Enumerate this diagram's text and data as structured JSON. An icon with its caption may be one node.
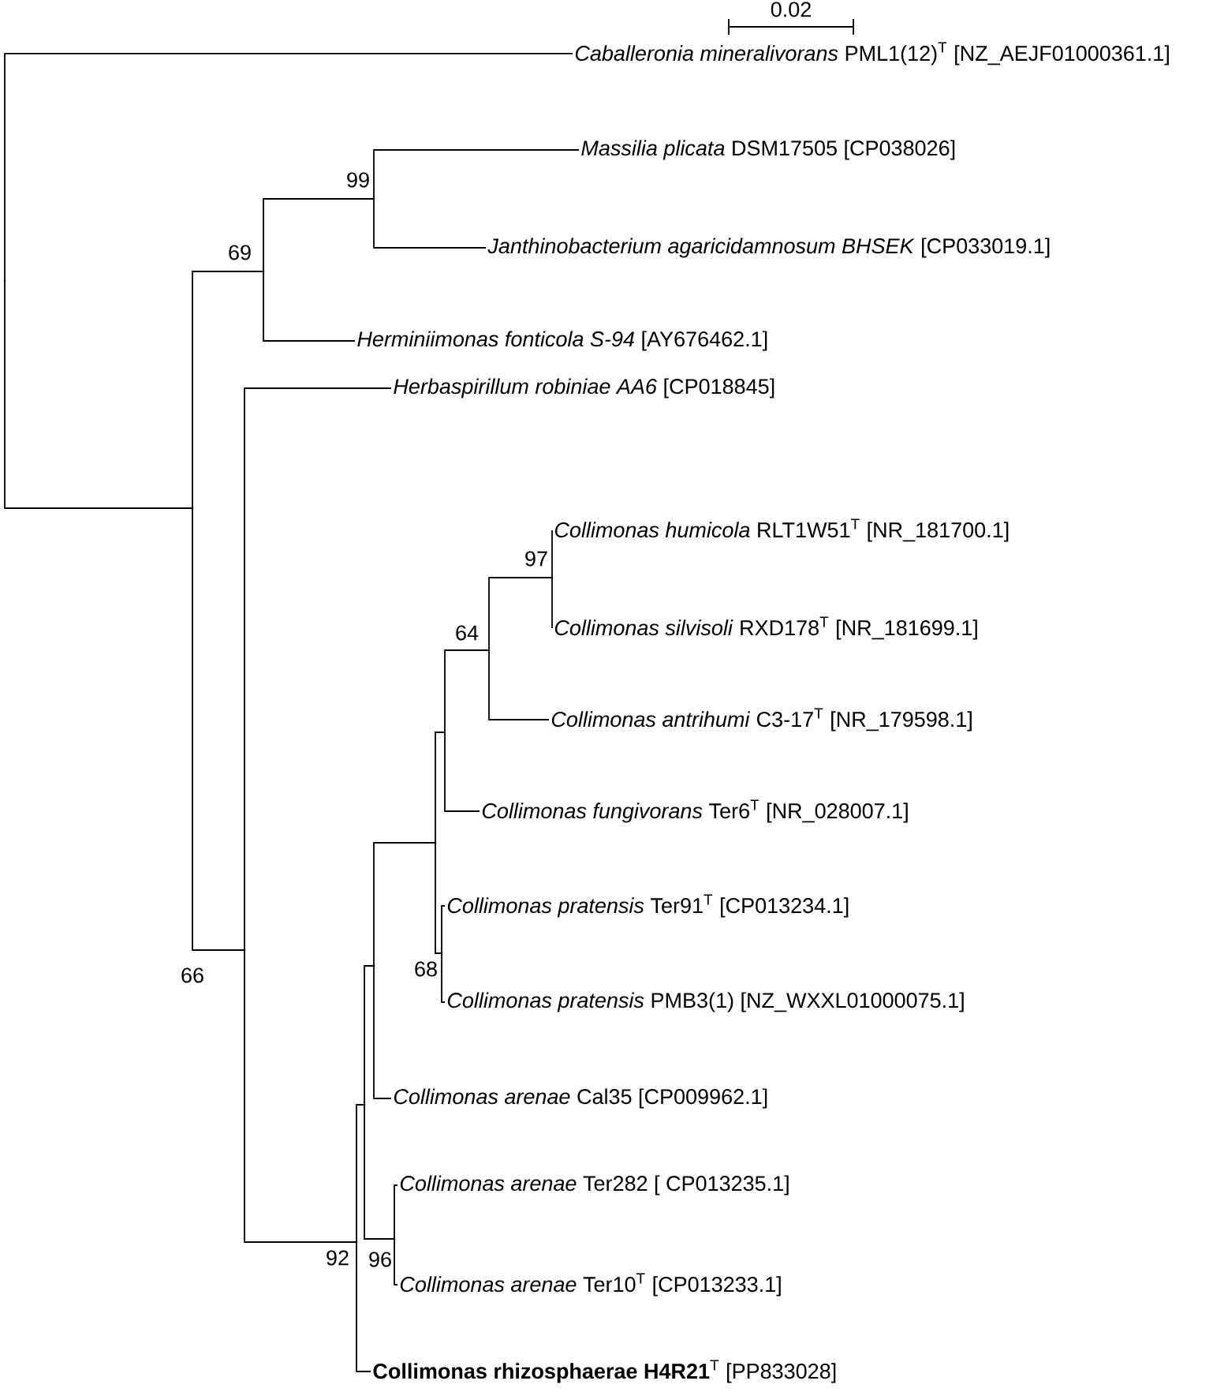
{
  "diagram": {
    "nodes": [
      {
        "text": [],
        "shape": "point"
      },
      {
        "text": [
          "*Caballeronia mineralivorans* PML1(12)$^{T}$ [NZ_AEJF01000361.1]"
        ]
      },
      {
        "text": [],
        "shape": "point"
      },
      {
        "text": [],
        "shape": "point",
        "beside": [
          "69"
        ]
      },
      {
        "text": [],
        "shape": "point",
        "beside": [
          "99"
        ]
      },
      {
        "text": [
          "*Massilia plicata* DSM17505 [CP038026]"
        ]
      },
      {
        "text": [
          "*Janthinobacterium agaricidamnosum BHSEK* [CP033019.1]"
        ]
      },
      {
        "text": [
          "*Herminiimonas fonticola S-94* [AY676462.1]"
        ]
      },
      {
        "text": [],
        "shape": "point",
        "beside": [
          "66"
        ]
      },
      {
        "text": [
          "*Herbaspirillum robiniae AA6* [CP018845]"
        ]
      },
      {
        "text": [],
        "shape": "point",
        "beside": [
          "92"
        ]
      },
      {
        "text": [],
        "shape": "point"
      },
      {
        "text": [],
        "shape": "point"
      },
      {
        "text": [],
        "shape": "point"
      },
      {
        "text": [],
        "shape": "point"
      },
      {
        "text": [],
        "shape": "point",
        "beside": [
          "64"
        ]
      },
      {
        "text": [],
        "shape": "point",
        "beside": [
          "97"
        ]
      },
      {
        "text": [
          "*Collimonas humicola* RLT1W51$^{T}$ [NR_181700.1]"
        ]
      },
      {
        "text": [
          "*Collimonas silvisoli* RXD178$^{T}$ [NR_181699.1]"
        ]
      },
      {
        "text": [
          "*Collimonas antrihumi* C3-17$^{T}$ [NR_179598.1]"
        ]
      },
      {
        "text": [
          "*Collimonas fungivorans* Ter6$^{T}$ [NR_028007.1]"
        ]
      },
      {
        "text": [],
        "shape": "point",
        "beside": [
          "68"
        ]
      },
      {
        "text": [
          "*Collimonas pratensis* Ter91$^{T}$ [CP013234.1]"
        ]
      },
      {
        "text": [
          "*Collimonas pratensis* PMB3(1) [NZ_WXXL01000075.1]"
        ]
      },
      {
        "text": [
          "*Collimonas arenae* Cal35 [CP009962.1]"
        ]
      },
      {
        "text": [],
        "shape": "point",
        "beside": [
          "96"
        ]
      },
      {
        "text": [
          "*Collimonas arenae* Ter282 [ CP013235.1]"
        ]
      },
      {
        "text": [
          "*Collimonas arenae* Ter10$^{T}$ [CP013233.1]"
        ]
      },
      {
        "text": [
          "**Collimonas rhizosphaerae H4R21**$^{T}$ [PP833028]"
        ]
      }
    ],
    "edges": [
      {
        "from": 0,
        "to": 1,
        "arrow": "none"
      },
      {
        "from": 0,
        "to": 2,
        "arrow": "none"
      },
      {
        "from": 2,
        "to": 3,
        "arrow": "none"
      },
      {
        "from": 2,
        "to": 8,
        "arrow": "none"
      },
      {
        "from": 3,
        "to": 4,
        "arrow": "none"
      },
      {
        "from": 3,
        "to": 7,
        "arrow": "none"
      },
      {
        "from": 4,
        "to": 5,
        "arrow": "none"
      },
      {
        "from": 4,
        "to": 6,
        "arrow": "none"
      },
      {
        "from": 8,
        "to": 9,
        "arrow": "none"
      },
      {
        "from": 8,
        "to": 10,
        "arrow": "none"
      },
      {
        "from": 10,
        "to": 11,
        "arrow": "none"
      },
      {
        "from": 10,
        "to": 28,
        "arrow": "none"
      },
      {
        "from": 11,
        "to": 12,
        "arrow": "none"
      },
      {
        "from": 11,
        "to": 25,
        "arrow": "none"
      },
      {
        "from": 12,
        "to": 13,
        "arrow": "none"
      },
      {
        "from": 12,
        "to": 24,
        "arrow": "none"
      },
      {
        "from": 13,
        "to": 14,
        "arrow": "none"
      },
      {
        "from": 13,
        "to": 21,
        "arrow": "none"
      },
      {
        "from": 14,
        "to": 15,
        "arrow": "none"
      },
      {
        "from": 14,
        "to": 20,
        "arrow": "none"
      },
      {
        "from": 15,
        "to": 16,
        "arrow": "none"
      },
      {
        "from": 15,
        "to": 19,
        "arrow": "none"
      },
      {
        "from": 16,
        "to": 17,
        "arrow": "none"
      },
      {
        "from": 16,
        "to": 18,
        "arrow": "none"
      },
      {
        "from": 21,
        "to": 22,
        "arrow": "none"
      },
      {
        "from": 21,
        "to": 23,
        "arrow": "none"
      },
      {
        "from": 25,
        "to": 26,
        "arrow": "none"
      },
      {
        "from": 25,
        "to": 27,
        "arrow": "none"
      }
    ],
    "labels": [
      "0.02"
    ]
  }
}
